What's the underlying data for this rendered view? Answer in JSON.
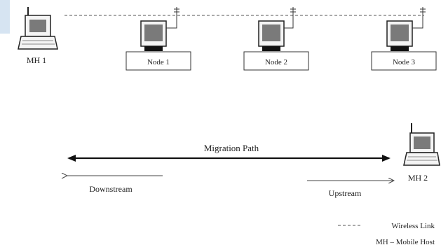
{
  "diagram": {
    "title": "",
    "hosts": [
      {
        "label": "MH 1"
      },
      {
        "label": "MH 2"
      }
    ],
    "nodes": [
      {
        "label": "Node 1"
      },
      {
        "label": "Node 2"
      },
      {
        "label": "Node 3"
      }
    ],
    "migration_label": "Migration Path",
    "downstream_label": "Downstream",
    "upstream_label": "Upstream",
    "legend": {
      "wireless_link": "Wireless Link",
      "mh_definition": "MH – Mobile Host"
    },
    "colors": {
      "screen": "#7a7a7a",
      "ink": "#222222",
      "accent": "#d6e4f2"
    }
  }
}
